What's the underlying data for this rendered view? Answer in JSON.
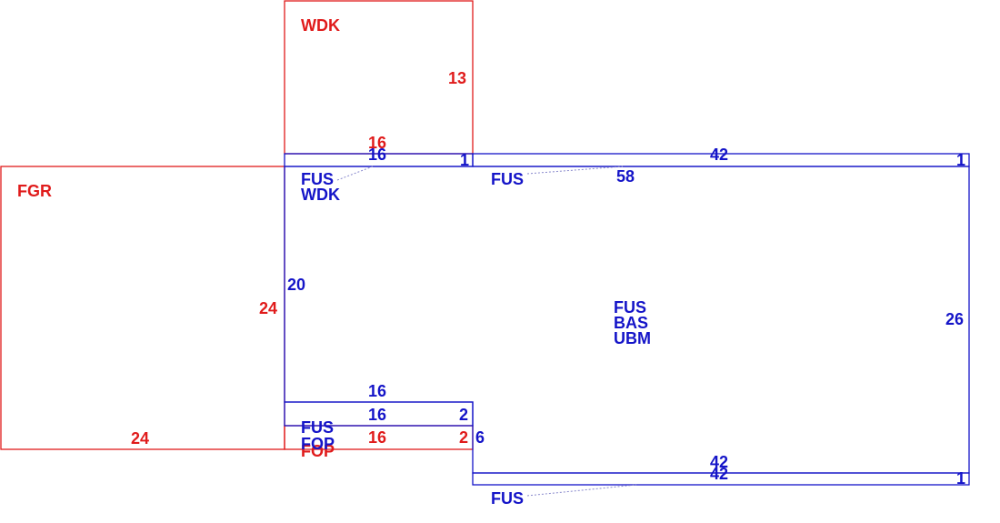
{
  "colors": {
    "red": "#e01b1b",
    "blue": "#1414c8"
  },
  "labels": {
    "wdk_title": "WDK",
    "wdk_right": "13",
    "wdk_bottom_red": "16",
    "wdk_bottom_blue": "16",
    "fgr_title": "FGR",
    "fgr_right": "24",
    "fgr_bottom": "24",
    "fus_wdk_1": "FUS",
    "fus_wdk_2": "WDK",
    "strip_top_left_1": "1",
    "strip_top_42": "42",
    "strip_top_right_1": "1",
    "fus_top": "FUS",
    "value_58": "58",
    "main_left_20": "20",
    "main_center_1": "FUS",
    "main_center_2": "BAS",
    "main_center_3": "UBM",
    "main_right_26": "26",
    "fop_top_16": "16",
    "fop_mid_16": "16",
    "fop_right_2": "2",
    "fop_red_16": "16",
    "fop_red_2": "2",
    "fop_right_6": "6",
    "fus_fop_1": "FUS",
    "fus_fop_2": "FOP",
    "fop_red_label": "FOP",
    "strip_bottom_42a": "42",
    "strip_bottom_42b": "42",
    "strip_bottom_1": "1",
    "fus_bottom": "FUS"
  }
}
